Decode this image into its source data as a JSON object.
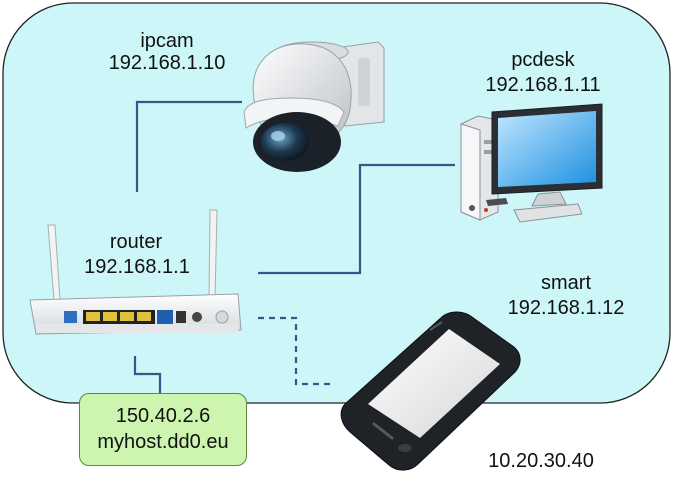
{
  "diagram": {
    "lan_color": "#ccf6f8",
    "link_color": "#2f5a8a",
    "host_box_color": "#cdf5b0"
  },
  "nodes": {
    "ipcam": {
      "name": "ipcam",
      "ip": "192.168.1.10",
      "icon": "ptz-camera-icon"
    },
    "pcdesk": {
      "name": "pcdesk",
      "ip": "192.168.1.11",
      "icon": "desktop-computer-icon"
    },
    "router": {
      "name": "router",
      "ip": "192.168.1.1",
      "icon": "wifi-router-icon"
    },
    "smart": {
      "name": "smart",
      "ip": "192.168.1.12",
      "icon": "smartphone-icon"
    }
  },
  "public_host": {
    "ip": "150.40.2.6",
    "hostname": "myhost.dd0.eu"
  },
  "phone_external_ip": "10.20.30.40"
}
